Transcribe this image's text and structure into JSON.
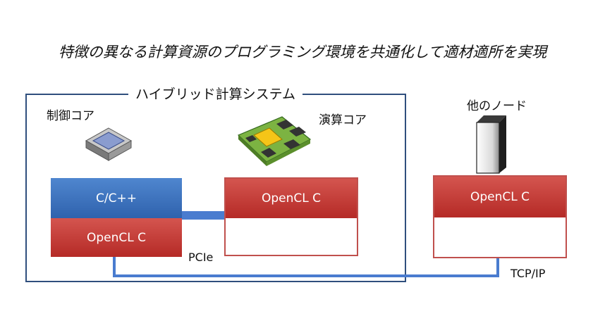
{
  "headline": "特徴の異なる計算資源のプログラミング環境を共通化して適材適所を実現",
  "hybrid_system": {
    "title": "ハイブリッド計算システム",
    "control_core": {
      "label": "制御コア",
      "host_language": "C/C++",
      "kernel_language": "OpenCL C"
    },
    "compute_core": {
      "label": "演算コア",
      "kernel_language": "OpenCL C"
    },
    "bus_label": "PCIe"
  },
  "other_node": {
    "label": "他のノード",
    "kernel_language": "OpenCL C"
  },
  "network_label": "TCP/IP"
}
